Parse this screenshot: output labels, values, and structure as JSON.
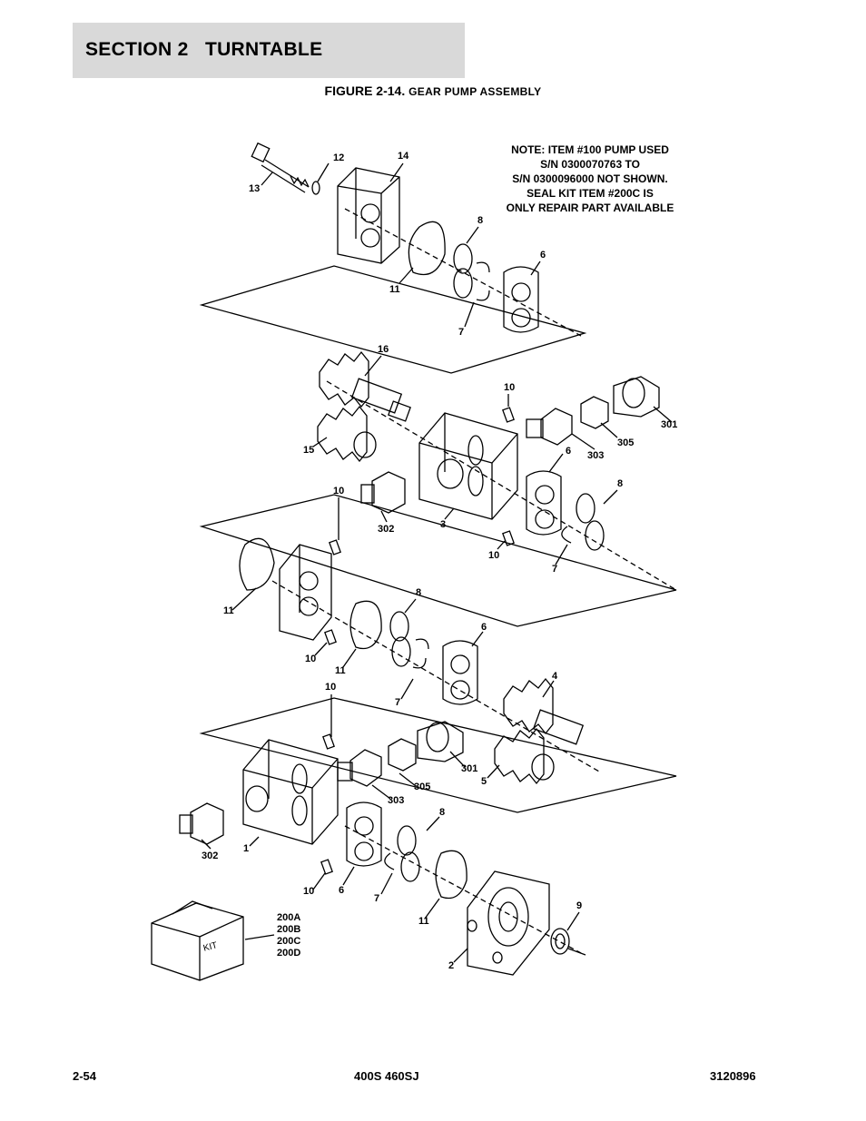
{
  "header": {
    "section_title": "SECTION 2   TURNTABLE"
  },
  "figure": {
    "number": "FIGURE 2-14.",
    "title": "GEAR PUMP ASSEMBLY"
  },
  "note_lines": [
    "NOTE:  ITEM #100 PUMP USED",
    "S/N 0300070763 TO",
    "S/N 0300096000 NOT SHOWN.",
    "SEAL KIT ITEM #200C IS",
    "ONLY REPAIR PART AVAILABLE"
  ],
  "callouts": [
    "12",
    "14",
    "13",
    "8",
    "6",
    "11",
    "7",
    "16",
    "10",
    "301",
    "305",
    "15",
    "303",
    "6",
    "8",
    "302",
    "3",
    "7",
    "10",
    "10",
    "11",
    "8",
    "10",
    "11",
    "6",
    "7",
    "4",
    "10",
    "301",
    "305",
    "303",
    "5",
    "8",
    "302",
    "1",
    "10",
    "6",
    "7",
    "11",
    "9",
    "2"
  ],
  "kit_box_label": "KIT",
  "kit_items": [
    "200A",
    "200B",
    "200C",
    "200D"
  ],
  "footer": {
    "page_number": "2-54",
    "model": "400S 460SJ",
    "doc_number": "3120896"
  }
}
